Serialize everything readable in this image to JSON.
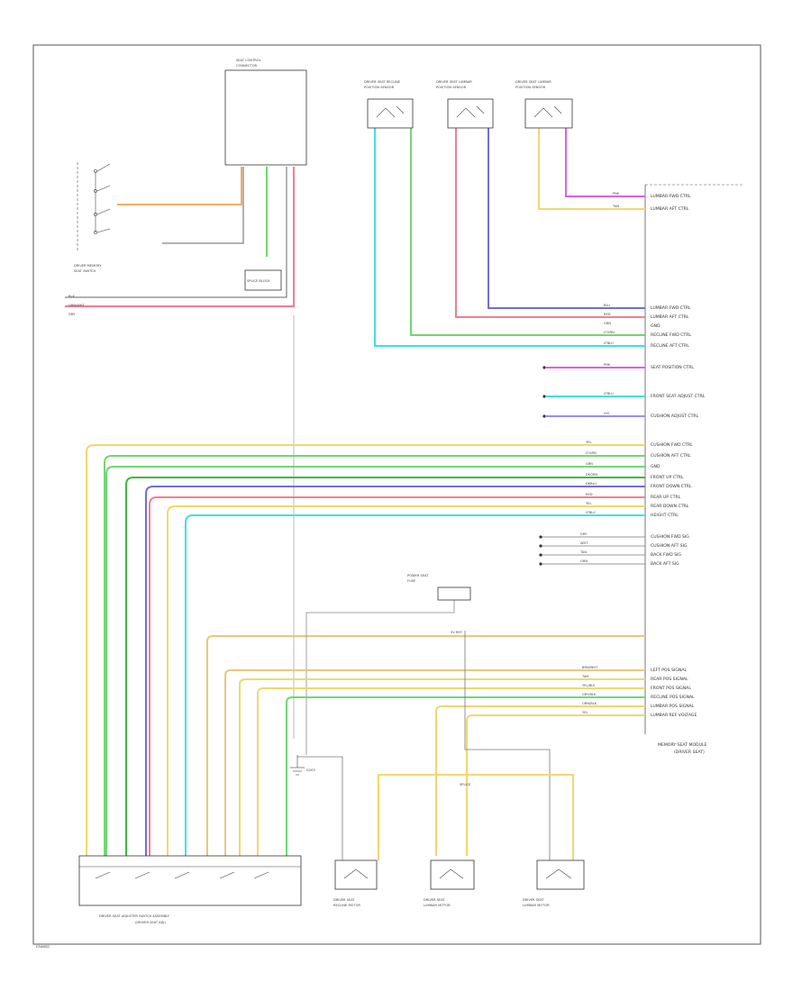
{
  "footer_code": "E3W6B2",
  "colors": {
    "yellow": "#f0d870",
    "pink": "#e060e0",
    "cyan": "#40e0e0",
    "green": "#70d870",
    "red": "#f08090",
    "blue": "#7070d8",
    "orange": "#f0b060",
    "tan": "#e8c880",
    "violet": "#9090f0",
    "dkgreen": "#40b840",
    "gray": "#999999"
  },
  "components": {
    "memory_switch": [
      "DRIVER MEMORY",
      "SEAT SWITCH"
    ],
    "module_right": [
      "MEMORY SEAT MODULE",
      "(DRIVER SEAT)"
    ],
    "seat_adjuster": [
      "DRIVER SEAT ADJUSTER SWITCH ASSEMBLY",
      "(DRIVER SEAT ADJ)"
    ],
    "recline_sensor": [
      "DRIVER SEAT RECLINE",
      "POSITION SENSOR"
    ],
    "lumbar_sensor_1": [
      "DRIVER SEAT LUMBAR",
      "POSITION SENSOR"
    ],
    "lumbar_sensor_2": [
      "DRIVER SEAT LUMBAR",
      "POSITION SENSOR"
    ],
    "power_fuse": [
      "POWER SEAT",
      "FUSE"
    ],
    "motor_1": [
      "DRIVER SEAT",
      "RECLINE MOTOR"
    ],
    "motor_2": [
      "DRIVER SEAT",
      "LUMBAR MOTOR"
    ],
    "motor_3": [
      "DRIVER SEAT",
      "LUMBAR MOTOR"
    ],
    "top_connector": [
      "SEAT CONTROL",
      "CONNECTOR"
    ],
    "splice_block": [
      "SPLICE BLOCK"
    ],
    "ground": [
      "G203"
    ]
  },
  "left_wires": [
    "BLK",
    "ORN/WHT",
    "GRY"
  ],
  "top_right_pins": [
    {
      "color": "PNK",
      "circuit": "LUMBAR FWD CTRL"
    },
    {
      "color": "TAN",
      "circuit": "LUMBAR AFT CTRL"
    }
  ],
  "right_pin_groups": [
    {
      "color": "BLU",
      "circuit": "LUMBAR FWD CTRL"
    },
    {
      "color": "RED",
      "circuit": "LUMBAR AFT CTRL"
    },
    {
      "color": "GRN",
      "circuit": "GND"
    },
    {
      "color": "LTGRN",
      "circuit": "RECLINE FWD CTRL"
    },
    {
      "color": "LTBLU",
      "circuit": "RECLINE AFT CTRL"
    }
  ],
  "mid_pins": [
    {
      "color": "PNK",
      "circuit": "SEAT POSITION CTRL"
    },
    {
      "color": "LTBLU",
      "circuit": "FRONT SEAT ADJUST CTRL"
    },
    {
      "color": "VIO",
      "circuit": "CUSHION ADJUST CTRL"
    }
  ],
  "bus_pins": [
    {
      "color": "YEL",
      "circuit": "CUSHION FWD CTRL"
    },
    {
      "color": "LTGRN",
      "circuit": "CUSHION AFT CTRL"
    },
    {
      "color": "GRN",
      "circuit": "GND"
    },
    {
      "color": "DKGRN",
      "circuit": "FRONT UP CTRL"
    },
    {
      "color": "DKBLU",
      "circuit": "FRONT DOWN CTRL"
    },
    {
      "color": "RED",
      "circuit": "REAR UP CTRL"
    },
    {
      "color": "YEL",
      "circuit": "REAR DOWN CTRL"
    },
    {
      "color": "LTBLU",
      "circuit": "HEIGHT CTRL"
    }
  ],
  "sense_pins": [
    {
      "color": "GRY",
      "circuit": "CUSHION FWD SIG"
    },
    {
      "color": "WHT",
      "circuit": "CUSHION AFT SIG"
    },
    {
      "color": "TAN",
      "circuit": "BACK FWD SIG"
    },
    {
      "color": "ORN",
      "circuit": "BACK AFT SIG"
    }
  ],
  "sensor_pins": [
    {
      "color": "BRN/WHT",
      "circuit": "LEFT POS SIGNAL"
    },
    {
      "color": "TAN",
      "circuit": "REAR POS SIGNAL"
    },
    {
      "color": "YEL/BLK",
      "circuit": "FRONT POS SIGNAL"
    },
    {
      "color": "GRY/BLK",
      "circuit": "RECLINE POS SIGNAL"
    },
    {
      "color": "ORN/BLK",
      "circuit": "LUMBAR POS SIGNAL"
    },
    {
      "color": "YEL",
      "circuit": "LUMBAR REF VOLTAGE"
    }
  ],
  "labels": {
    "ground_pin": "5V REF",
    "splice": "SPLICE",
    "module_title": "MEMORY SEAT MODULE",
    "module_subtitle": "(DRIVER SEAT)"
  }
}
